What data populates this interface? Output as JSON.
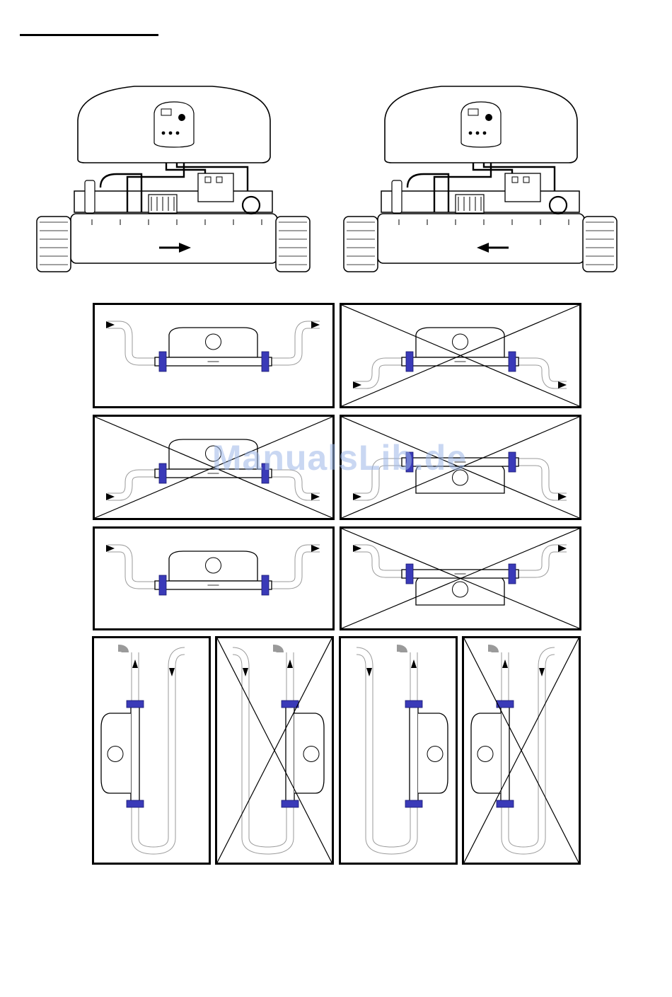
{
  "watermark": {
    "text": "ManualsLib.de"
  },
  "colors": {
    "line": "#000000",
    "pipe": "#9a9a9a",
    "union": "#3a3ab8",
    "watermark": "#9db8e8"
  },
  "heaters_top": [
    {
      "name": "heater-flow-right",
      "flow_arrow": "right"
    },
    {
      "name": "heater-flow-left",
      "flow_arrow": "left"
    }
  ],
  "installation_panels": [
    {
      "id": "h1",
      "orientation": "horizontal",
      "pipe_route": "up",
      "housing": "above",
      "allowed": true
    },
    {
      "id": "h2",
      "orientation": "horizontal",
      "pipe_route": "down",
      "housing": "above",
      "allowed": false
    },
    {
      "id": "h3",
      "orientation": "horizontal",
      "pipe_route": "down",
      "housing": "above",
      "allowed": false
    },
    {
      "id": "h4",
      "orientation": "horizontal",
      "pipe_route": "down",
      "housing": "below",
      "allowed": false
    },
    {
      "id": "h5",
      "orientation": "horizontal",
      "pipe_route": "up",
      "housing": "above",
      "allowed": true
    },
    {
      "id": "h6",
      "orientation": "horizontal",
      "pipe_route": "up",
      "housing": "below",
      "allowed": false
    },
    {
      "id": "v1",
      "orientation": "vertical",
      "pipe_route": "loop",
      "housing": "left",
      "allowed": true
    },
    {
      "id": "v2",
      "orientation": "vertical",
      "pipe_route": "loop",
      "housing": "right",
      "allowed": false
    },
    {
      "id": "v3",
      "orientation": "vertical",
      "pipe_route": "loop",
      "housing": "right",
      "allowed": true
    },
    {
      "id": "v4",
      "orientation": "vertical",
      "pipe_route": "loop",
      "housing": "left",
      "allowed": false
    }
  ]
}
